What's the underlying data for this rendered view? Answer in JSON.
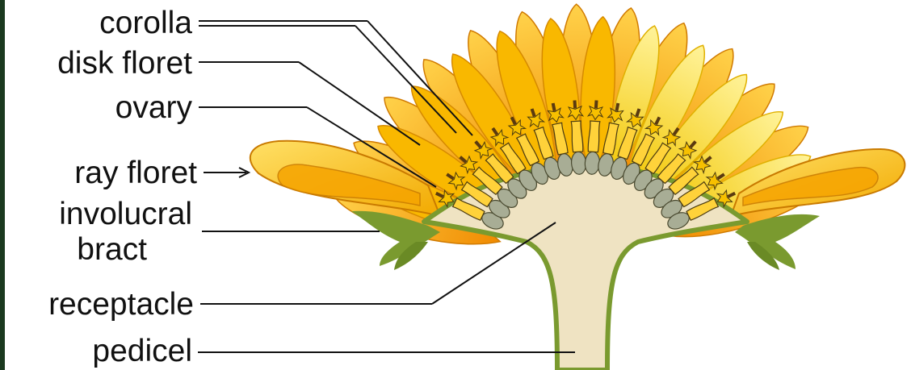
{
  "labels": {
    "corolla": "corolla",
    "disk_floret": "disk floret",
    "ovary": "ovary",
    "ray_floret": "ray floret",
    "involucral_line1": "involucral",
    "involucral_line2": "bract",
    "receptacle": "receptacle",
    "pedicel": "pedicel"
  },
  "colors": {
    "ray_petal_dark": "#f39c12",
    "ray_petal_mid": "#f7b500",
    "ray_petal_light": "#ffe45c",
    "receptacle": "#efe3c2",
    "green": "#7a9a2f",
    "ovary_grey": "#a8ad95",
    "floret_outline": "#4a3a10",
    "leader_line": "#111111"
  }
}
